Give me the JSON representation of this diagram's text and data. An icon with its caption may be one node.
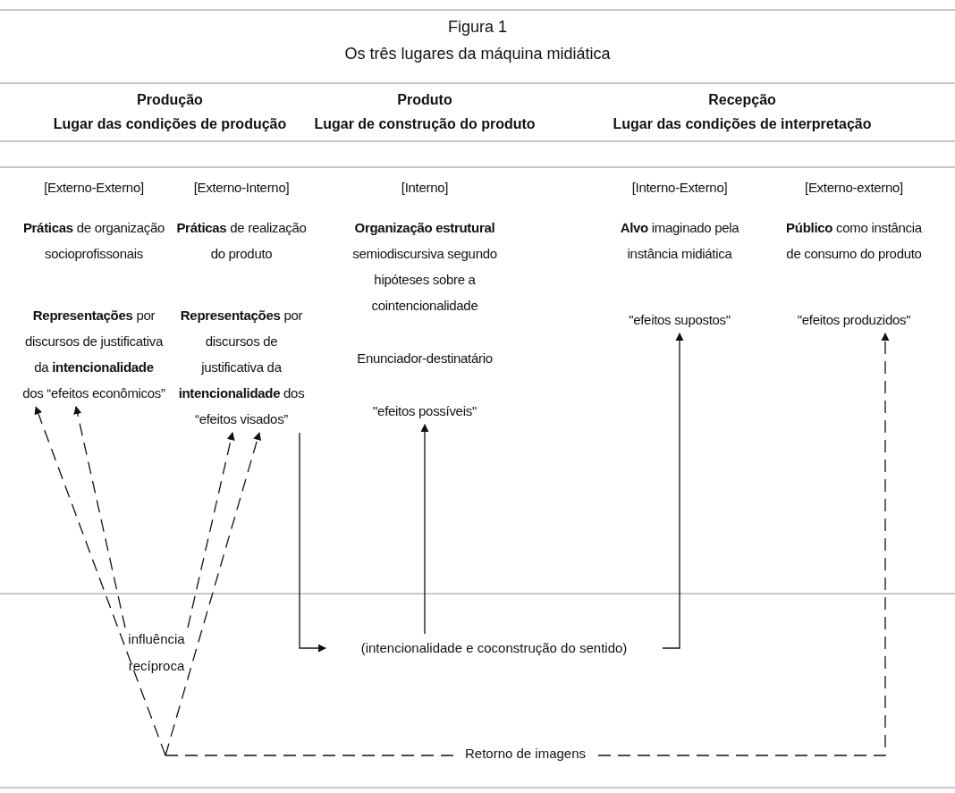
{
  "diagram": {
    "title": "Figura 1",
    "nodes": [
      {
        "text": [
          "[Externo-Externo]",
          "**Práticas** de organização socioprofissonais",
          "**Representações** por discursos de justificativa da **intencionalidade** dos “efeitos econômicos”"
        ]
      },
      {
        "text": [
          "[Externo-Interno]",
          "**Práticas** de realização do produto",
          "**Representações** por discursos de justificativa da **intencionalidade** dos “efeitos visados”"
        ]
      },
      {
        "text": [
          "[Interno]",
          "**Organização estrutural** semiodiscursiva segundo hipóteses sobre a cointencionalidade",
          "Enunciador-destinatário",
          "\"efeitos possíveis\""
        ]
      },
      {
        "text": [
          "[Interno-Externo]",
          "**Alvo** imaginado pela instância midiática",
          "\"efeitos supostos\""
        ]
      },
      {
        "text": [
          "[Externo-externo]",
          "**Público** como instância de consumo do produto",
          "\"efeitos produzidos\""
        ]
      },
      {
        "text": [
          "influência recíproca"
        ]
      },
      {
        "text": [
          "(intencionalidade e coconstrução do sentido)"
        ]
      }
    ],
    "edges": [
      {
        "from": 5,
        "to": 0,
        "arrow": "to",
        "style": "dashed"
      },
      {
        "from": 5,
        "to": 1,
        "arrow": "to",
        "style": "dashed"
      },
      {
        "from": 1,
        "to": 6,
        "arrow": "to"
      },
      {
        "from": 6,
        "to": 2,
        "arrow": "to"
      },
      {
        "from": 6,
        "to": 3,
        "arrow": "to"
      },
      {
        "from": null,
        "to": 0,
        "arrow": "to",
        "style": "dashed"
      },
      {
        "from": null,
        "to": 1,
        "arrow": "to",
        "style": "dashed"
      },
      {
        "from": null,
        "to": 4,
        "arrow": "to",
        "style": "dashed",
        "label": "Retorno de imagens"
      }
    ],
    "labels": [
      "Os três lugares da máquina midiática",
      "Produção",
      "Lugar das condições de produção",
      "Produto",
      "Lugar de construção do produto",
      "Recepção",
      "Lugar das condições de interpretação"
    ]
  }
}
